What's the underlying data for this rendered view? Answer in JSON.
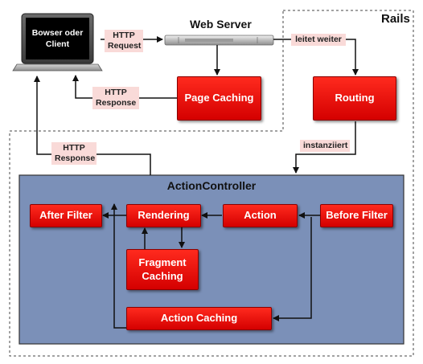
{
  "title": "Rails",
  "web_server": {
    "label": "Web Server"
  },
  "client": {
    "line1": "Bowser oder",
    "line2": "Client"
  },
  "action_controller": {
    "label": "ActionController"
  },
  "boxes": {
    "page_caching": "Page Caching",
    "routing": "Routing",
    "after_filter": "After Filter",
    "rendering": "Rendering",
    "action": "Action",
    "before_filter": "Before Filter",
    "fragment_caching_line1": "Fragment",
    "fragment_caching_line2": "Caching",
    "action_caching": "Action Caching"
  },
  "edge_labels": {
    "http_request_line1": "HTTP",
    "http_request_line2": "Request",
    "http_response_top_line1": "HTTP",
    "http_response_top_line2": "Response",
    "http_response_bottom_line1": "HTTP",
    "http_response_bottom_line2": "Response",
    "leitet_weiter": "leitet weiter",
    "instanziiert": "instanziiert"
  },
  "colors": {
    "box_red": "#e60f0a",
    "controller_fill": "#7b90b8",
    "label_pink": "#f9dad8"
  }
}
